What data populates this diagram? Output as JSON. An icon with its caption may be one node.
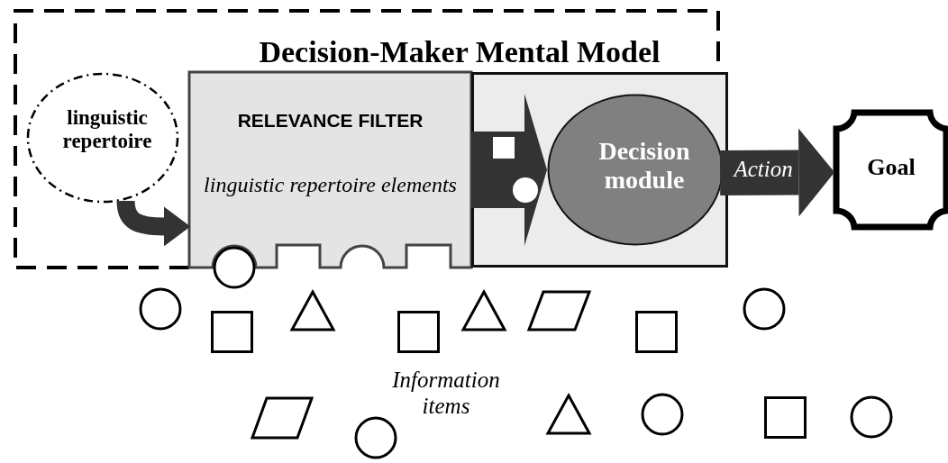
{
  "diagram": {
    "nodes": [
      {
        "text": [
          "Decision-Maker Mental Model"
        ]
      },
      {
        "text": [
          "linguistic repertoire"
        ],
        "in": 0
      },
      {
        "text": [
          "RELEVANCE FILTER",
          "linguistic repertoire elements"
        ],
        "in": 0
      },
      {
        "text": [],
        "shape": "box",
        "in": 0
      },
      {
        "text": [
          "Decision module"
        ],
        "in": 3
      },
      {
        "text": [
          "Goal"
        ]
      },
      {
        "text": [],
        "shape": "circle"
      },
      {
        "text": [],
        "shape": "circle"
      },
      {
        "text": [],
        "shape": "square"
      },
      {
        "text": [],
        "shape": "triangle"
      },
      {
        "text": [],
        "shape": "square"
      },
      {
        "text": [],
        "shape": "triangle"
      },
      {
        "text": [],
        "shape": "parallelogram"
      },
      {
        "text": [],
        "shape": "square"
      },
      {
        "text": [],
        "shape": "circle"
      },
      {
        "text": [],
        "shape": "parallelogram"
      },
      {
        "text": [],
        "shape": "circle"
      },
      {
        "text": [],
        "shape": "triangle"
      },
      {
        "text": [],
        "shape": "circle"
      },
      {
        "text": [],
        "shape": "square"
      },
      {
        "text": [],
        "shape": "circle"
      }
    ],
    "edges": [
      {
        "from": 1,
        "to": 2,
        "arrow": "to"
      },
      {
        "from": 2,
        "to": 4,
        "arrow": "to",
        "style": "thick"
      },
      {
        "from": 4,
        "to": 5,
        "arrow": "to",
        "label": "Action",
        "style": "thick"
      }
    ],
    "labels": [
      "Information items"
    ]
  }
}
